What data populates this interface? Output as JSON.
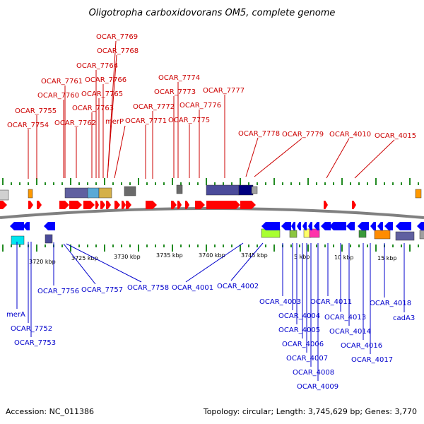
{
  "title": "Oligotropha carboxidovorans OM5, complete genome",
  "footer": {
    "accession": "Accession: NC_011386",
    "summary": "Topology: circular; Length: 3,745,629 bp; Genes: 3,770"
  },
  "colors": {
    "forward_gene": "#ff0000",
    "reverse_gene": "#0000ff",
    "top_label": "#cc0000",
    "bottom_label": "#0000cc",
    "tick": "#228B22",
    "backbone": "#808080"
  },
  "scale_ticks": [
    "3720 kbp",
    "3725 kbp",
    "3730 kbp",
    "3735 kbp",
    "3740 kbp",
    "3745 kbp",
    "5 kbp",
    "10 kbp",
    "15 kbp"
  ],
  "forward_genes": [
    "OCAR_7754",
    "OCAR_7755",
    "OCAR_7760",
    "OCAR_7761",
    "OCAR_7762",
    "OCAR_7763",
    "OCAR_7764",
    "OCAR_7765",
    "OCAR_7766",
    "OCAR_7768",
    "OCAR_7769",
    "merP",
    "OCAR_7771",
    "OCAR_7772",
    "OCAR_7773",
    "OCAR_7774",
    "OCAR_7775",
    "OCAR_7776",
    "OCAR_7777",
    "OCAR_7778",
    "OCAR_7779",
    "OCAR_4010",
    "OCAR_4015"
  ],
  "reverse_genes": [
    "merA",
    "OCAR_7752",
    "OCAR_7753",
    "OCAR_7756",
    "OCAR_7757",
    "OCAR_7758",
    "OCAR_4001",
    "OCAR_4002",
    "OCAR_4003",
    "OCAR_4004",
    "OCAR_4005",
    "OCAR_4006",
    "OCAR_4007",
    "OCAR_4008",
    "OCAR_4009",
    "OCAR_4011",
    "OCAR_4013",
    "OCAR_4014",
    "OCAR_4016",
    "OCAR_4017",
    "OCAR_4018",
    "cadA3"
  ]
}
